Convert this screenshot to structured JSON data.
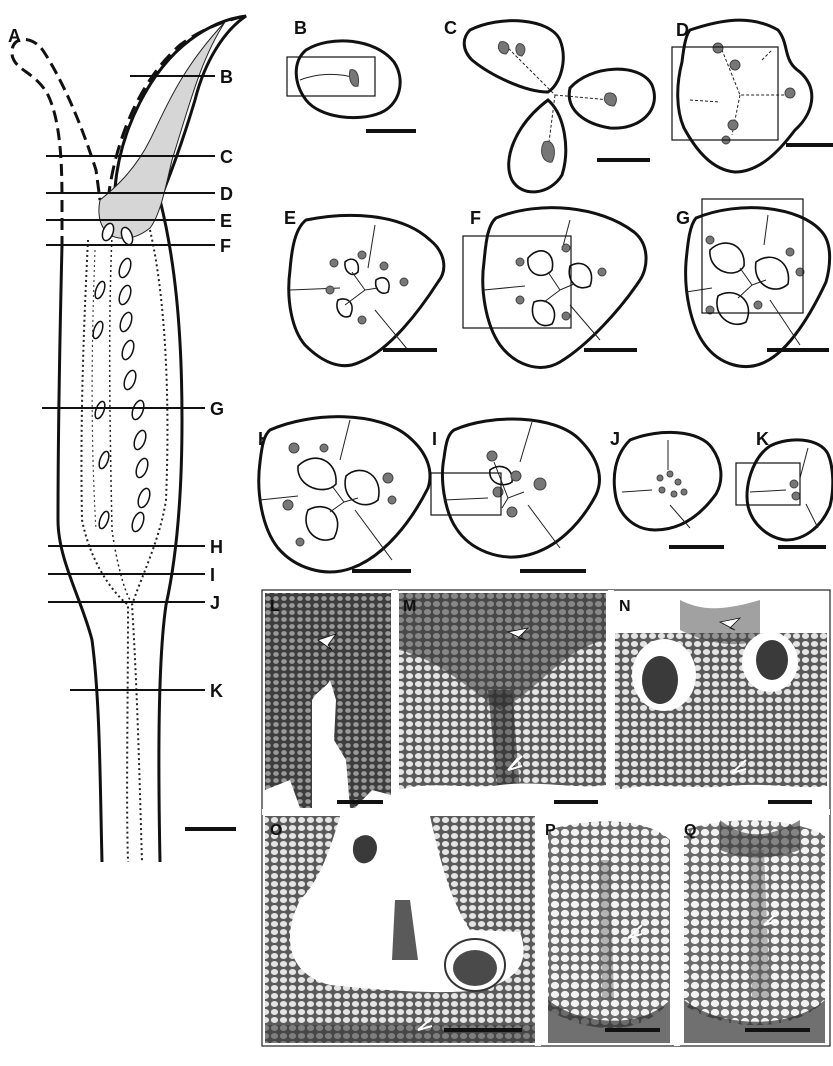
{
  "panels": {
    "A": "A",
    "B": "B",
    "C": "C",
    "D": "D",
    "E": "E",
    "F": "F",
    "G": "G",
    "H": "H",
    "I": "I",
    "J": "J",
    "K": "K",
    "L": "L",
    "M": "M",
    "N": "N",
    "O": "O",
    "P": "P",
    "Q": "Q"
  },
  "section_marks": [
    "B",
    "C",
    "D",
    "E",
    "F",
    "G",
    "H",
    "I",
    "J",
    "K"
  ],
  "colors": {
    "line": "#111111",
    "ovule": "#777777",
    "shading": "#d6d6d6",
    "micrograph_bg": "#9a9a9a"
  }
}
